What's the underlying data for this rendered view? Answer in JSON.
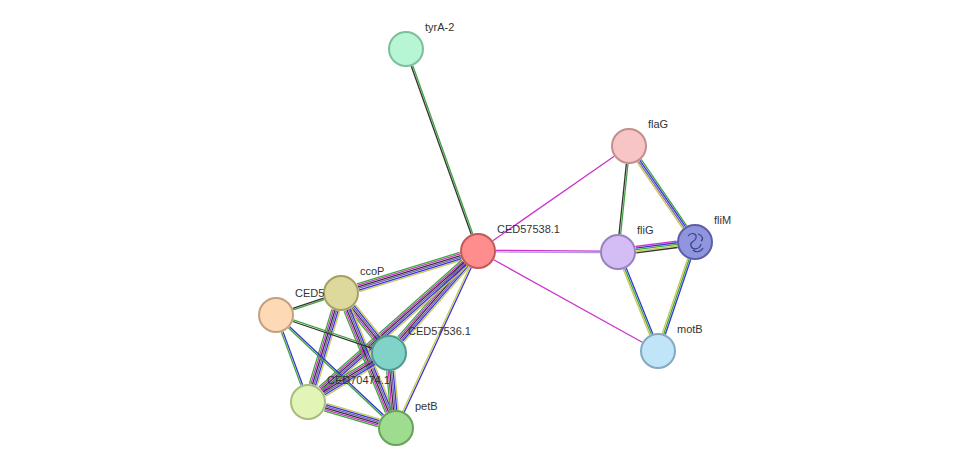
{
  "diagram": {
    "nodes": [
      {
        "text": [
          "tyrA-2"
        ]
      },
      {
        "text": [
          "flaG"
        ]
      },
      {
        "text": [
          "CED57538.1"
        ]
      },
      {
        "text": [
          "fliG"
        ]
      },
      {
        "text": [
          "fliM"
        ]
      },
      {
        "text": [
          "ccoP"
        ]
      },
      {
        "text": [
          "CED5"
        ]
      },
      {
        "text": [
          "CED57536.1"
        ]
      },
      {
        "text": [
          "CED70474.1"
        ]
      },
      {
        "text": [
          "motB"
        ]
      },
      {
        "text": [
          "petB"
        ]
      }
    ],
    "edges": [
      {
        "from": 0,
        "to": 2,
        "arrow": "none"
      },
      {
        "from": 2,
        "to": 1,
        "arrow": "none"
      },
      {
        "from": 2,
        "to": 3,
        "arrow": "none"
      },
      {
        "from": 2,
        "to": 9,
        "arrow": "none"
      },
      {
        "from": 1,
        "to": 3,
        "arrow": "none"
      },
      {
        "from": 1,
        "to": 4,
        "arrow": "none"
      },
      {
        "from": 3,
        "to": 4,
        "arrow": "none"
      },
      {
        "from": 3,
        "to": 9,
        "arrow": "none"
      },
      {
        "from": 4,
        "to": 9,
        "arrow": "none"
      },
      {
        "from": 2,
        "to": 5,
        "arrow": "none"
      },
      {
        "from": 2,
        "to": 7,
        "arrow": "none"
      },
      {
        "from": 2,
        "to": 8,
        "arrow": "none"
      },
      {
        "from": 2,
        "to": 10,
        "arrow": "none"
      },
      {
        "from": 5,
        "to": 6,
        "arrow": "none"
      },
      {
        "from": 5,
        "to": 7,
        "arrow": "none"
      },
      {
        "from": 5,
        "to": 8,
        "arrow": "none"
      },
      {
        "from": 5,
        "to": 10,
        "arrow": "none"
      },
      {
        "from": 6,
        "to": 7,
        "arrow": "none"
      },
      {
        "from": 6,
        "to": 8,
        "arrow": "none"
      },
      {
        "from": 6,
        "to": 10,
        "arrow": "none"
      },
      {
        "from": 7,
        "to": 8,
        "arrow": "none"
      },
      {
        "from": 7,
        "to": 10,
        "arrow": "none"
      },
      {
        "from": 8,
        "to": 10,
        "arrow": "none"
      }
    ]
  }
}
